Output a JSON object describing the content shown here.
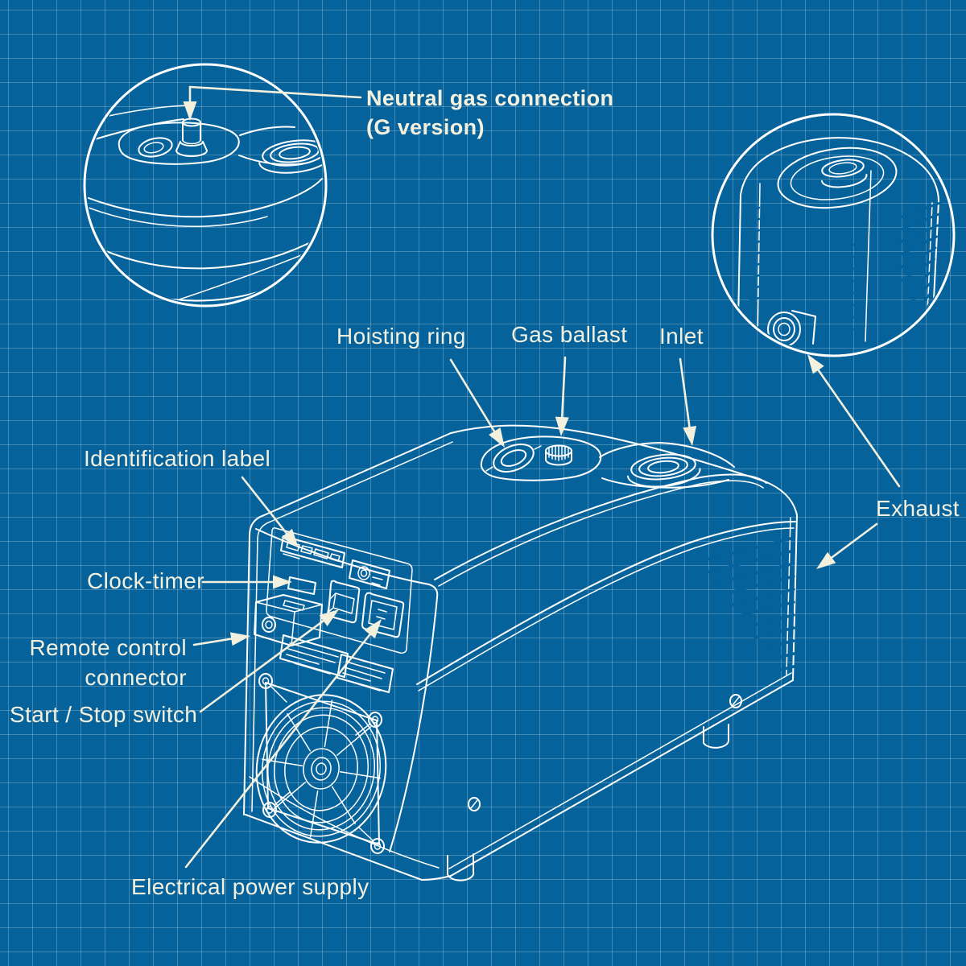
{
  "colors": {
    "background": "#05629b",
    "grid": "rgba(255,255,255,.24)",
    "line_art": "#ffffff",
    "annotation": "#f4f0de"
  },
  "diagram": {
    "type": "blueprint technical illustration of a vacuum pump with callouts",
    "callout_title": {
      "line1": "Neutral gas connection",
      "line2": "(G version)"
    },
    "labels": {
      "hoisting_ring": "Hoisting ring",
      "gas_ballast": "Gas ballast",
      "inlet": "Inlet",
      "exhaust": "Exhaust",
      "identification_label": "Identification label",
      "clock_timer": "Clock-timer",
      "remote_control_line1": "Remote control",
      "remote_control_line2": "connector",
      "start_stop_switch": "Start / Stop switch",
      "electrical_power_supply": "Electrical power supply"
    }
  }
}
